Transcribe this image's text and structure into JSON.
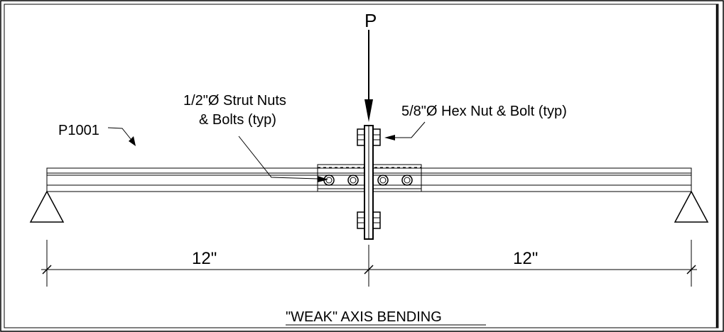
{
  "drawing": {
    "load_label": "P",
    "channel_label": "P1001",
    "strut_label_line1": "1/2\"Ø Strut Nuts",
    "strut_label_line2": "& Bolts (typ)",
    "hex_label": "5/8\"Ø  Hex Nut & Bolt (typ)",
    "span_left": "12\"",
    "span_right": "12\"",
    "title": "\"WEAK\" AXIS  BENDING"
  }
}
